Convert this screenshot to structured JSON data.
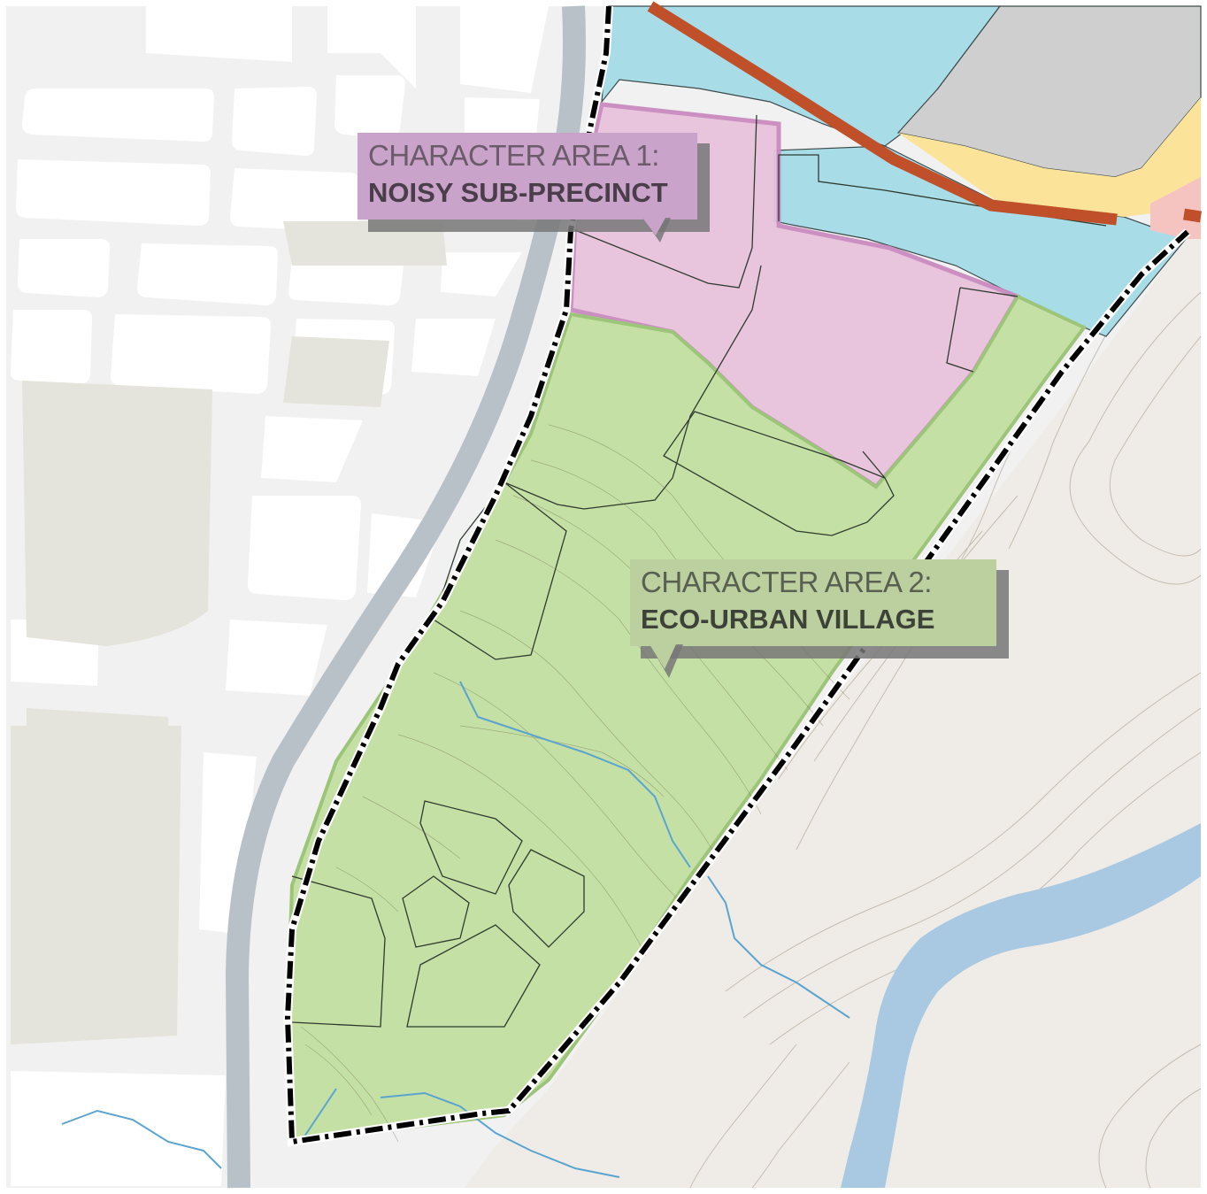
{
  "map": {
    "colors": {
      "background": "#ffffff",
      "block": "#f1f1f1",
      "open_space": "#e4e4dc",
      "highway": "#b9c1c8",
      "terrain": "#efece7",
      "contour": "#9a8d80",
      "waterway": "#a9c9e2",
      "zone_green": "#c5e0a4",
      "zone_pink": "#e8c3dc",
      "zone_blue": "#a8dde8",
      "zone_yellow": "#fbe49a",
      "zone_red": "#f6c4c0",
      "zone_grey": "#cfcfcf",
      "rail": "#c0502a",
      "boundary": "#000000",
      "stream": "#5aa4cf"
    },
    "features": [
      "urban-blocks",
      "highway",
      "precinct-boundary",
      "character-area-1-zone",
      "character-area-2-zone",
      "blue-zone",
      "yellow-zone",
      "grey-building",
      "rail-line",
      "terrain-contours",
      "river"
    ]
  },
  "labels": [
    {
      "id": "character-area-1",
      "line1": "CHARACTER AREA 1:",
      "line2": "NOISY SUB-PRECINCT",
      "color": "#c9a3c9"
    },
    {
      "id": "character-area-2",
      "line1": "CHARACTER AREA 2:",
      "line2": "ECO-URBAN VILLAGE",
      "color": "#bccf9f"
    }
  ]
}
